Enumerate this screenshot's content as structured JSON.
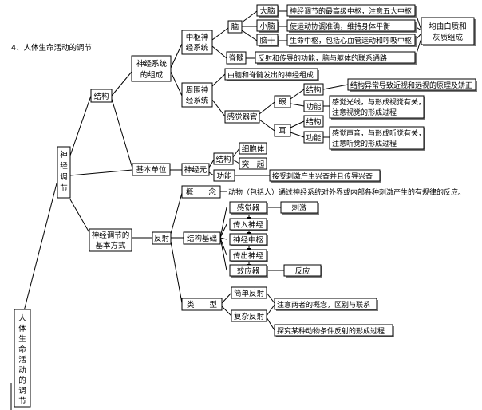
{
  "heading": "4、人体生命活动的调节",
  "nodes": {
    "root": [
      "人",
      "体",
      "生",
      "命",
      "活",
      "动",
      "的",
      "调",
      "节"
    ],
    "nerve_reg": [
      "神",
      "经",
      "调",
      "节"
    ],
    "structure": "结构",
    "ns_composition": [
      "神经系统",
      "的组成"
    ],
    "cns": [
      "中枢神",
      "经系统"
    ],
    "pns": [
      "周围神",
      "经系统"
    ],
    "brain": "脑",
    "cerebrum": "大脑",
    "cerebrum_desc": "神经调节的最高级中枢，注意五大中枢",
    "cerebellum": "小脑",
    "cerebellum_desc": "使运动协调准确，维持身体平衡",
    "brainstem": "脑干",
    "brainstem_desc": "生命中枢，包括心血管运动和呼吸中枢",
    "gray_white": [
      "均由白质和",
      "灰质组成"
    ],
    "spinal": "脊髓",
    "spinal_desc": "反射和传导的功能，脑与躯体的联系通路",
    "pns_desc": "由脑和脊髓发出的神经组成",
    "sense_organ": "感觉器官",
    "eye": "眼",
    "eye_structure": "结构",
    "eye_structure_desc": "结构异常导致近视和远视的原理及矫正",
    "eye_function": "功能",
    "eye_function_desc": [
      "感觉光线，与形成视觉有关，",
      "注意视觉的形成过程"
    ],
    "ear": "耳",
    "ear_structure": "结构",
    "ear_function": "功能",
    "ear_function_desc": [
      "感觉声音，与形成听觉有关，",
      "注意听觉的形成过程"
    ],
    "basic_unit": "基本单位",
    "neuron": "神经元",
    "neuron_structure": "结构",
    "cell_body": "细胞体",
    "process": "突　起",
    "neuron_function": "功能",
    "neuron_function_desc": "接受刺激产生兴奋并且传导兴奋",
    "basic_mode": [
      "神经调节的",
      "基本方式"
    ],
    "reflex": "反射",
    "concept": "概　　念",
    "concept_desc": "动物（包括人）通过神经系统对外界或内部各种刺激产生的有规律的反应。",
    "structure_basis": "结构基础",
    "receptor": "感觉器",
    "stimulus": "刺激",
    "afferent": "传入神经",
    "center": "神经中枢",
    "efferent": "传出神经",
    "effector": "效应器",
    "response": "反应",
    "types": "类　　型",
    "simple_reflex": "简单反射",
    "complex_reflex": "复杂反射",
    "types_note": "注意两者的概念，区别与联系",
    "explore_note": "探究某种动物条件反射的形成过程"
  }
}
